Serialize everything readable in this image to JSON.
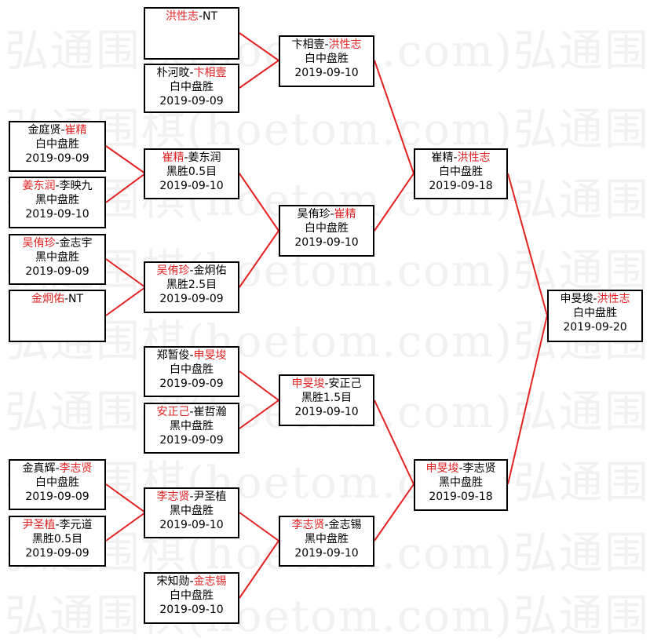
{
  "watermark": "弘通围棋(hoetom.com)弘通围棋(hoetom.com)",
  "colors": {
    "winner": "#e32222",
    "line": "#e32222",
    "border": "#000000"
  },
  "matches": {
    "r1m1": {
      "p1": "洪性志",
      "sep": "-",
      "p2": "NT",
      "winner": 1,
      "result": "",
      "date": ""
    },
    "r1m2": {
      "p1": "朴河旼",
      "sep": "-",
      "p2": "卞相壹",
      "winner": 2,
      "result": "白中盘胜",
      "date": "2019-09-09"
    },
    "r1m3": {
      "p1": "金庭贤",
      "sep": "-",
      "p2": "崔精",
      "winner": 2,
      "result": "白中盘胜",
      "date": "2019-09-09"
    },
    "r1m4": {
      "p1": "姜东润",
      "sep": "-",
      "p2": "李映九",
      "winner": 1,
      "result": "黑中盘胜",
      "date": "2019-09-10"
    },
    "r1m5": {
      "p1": "吴侑珍",
      "sep": "-",
      "p2": "金志宇",
      "winner": 1,
      "result": "黑中盘胜",
      "date": "2019-09-09"
    },
    "r1m6": {
      "p1": "金炯佑",
      "sep": "-",
      "p2": "NT",
      "winner": 1,
      "result": "",
      "date": ""
    },
    "r1m7": {
      "p1": "郑暂俊",
      "sep": "-",
      "p2": "申旻埈",
      "winner": 2,
      "result": "白中盘胜",
      "date": "2019-09-09"
    },
    "r1m8": {
      "p1": "安正己",
      "sep": "-",
      "p2": "崔哲瀚",
      "winner": 1,
      "result": "黑中盘胜",
      "date": "2019-09-09"
    },
    "r1m9": {
      "p1": "金真辉",
      "sep": "-",
      "p2": "李志贤",
      "winner": 2,
      "result": "白中盘胜",
      "date": "2019-09-09"
    },
    "r1m10": {
      "p1": "尹圣植",
      "sep": "-",
      "p2": "李元道",
      "winner": 1,
      "result": "黑胜0.5目",
      "date": "2019-09-09"
    },
    "r1m11": {
      "p1": "宋知勋",
      "sep": "-",
      "p2": "金志锡",
      "winner": 2,
      "result": "白中盘胜",
      "date": "2019-09-10"
    },
    "r2m1": {
      "p1": "卞相壹",
      "sep": "-",
      "p2": "洪性志",
      "winner": 2,
      "result": "白中盘胜",
      "date": "2019-09-10"
    },
    "r2m2": {
      "p1": "崔精",
      "sep": "-",
      "p2": "姜东润",
      "winner": 1,
      "result": "黑胜0.5目",
      "date": "2019-09-10"
    },
    "r2m3": {
      "p1": "吴侑珍",
      "sep": "-",
      "p2": "金炯佑",
      "winner": 1,
      "result": "黑胜2.5目",
      "date": "2019-09-09"
    },
    "r2m4": {
      "p1": "申旻埈",
      "sep": "-",
      "p2": "安正己",
      "winner": 1,
      "result": "黑胜1.5目",
      "date": "2019-09-10"
    },
    "r2m5": {
      "p1": "李志贤",
      "sep": "-",
      "p2": "尹圣植",
      "winner": 1,
      "result": "黑中盘胜",
      "date": "2019-09-10"
    },
    "r3m1": {
      "p1": "吴侑珍",
      "sep": "-",
      "p2": "崔精",
      "winner": 2,
      "result": "白中盘胜",
      "date": "2019-09-10"
    },
    "r3m2": {
      "p1": "李志贤",
      "sep": "-",
      "p2": "金志锡",
      "winner": 1,
      "result": "黑中盘胜",
      "date": "2019-09-10"
    },
    "r4m1": {
      "p1": "崔精",
      "sep": "-",
      "p2": "洪性志",
      "winner": 2,
      "result": "白中盘胜",
      "date": "2019-09-18"
    },
    "r4m2": {
      "p1": "申旻埈",
      "sep": "-",
      "p2": "李志贤",
      "winner": 1,
      "result": "黑中盘胜",
      "date": "2019-09-18"
    },
    "final": {
      "p1": "申旻埈",
      "sep": "-",
      "p2": "洪性志",
      "winner": 2,
      "result": "白中盘胜",
      "date": "2019-09-20"
    }
  }
}
